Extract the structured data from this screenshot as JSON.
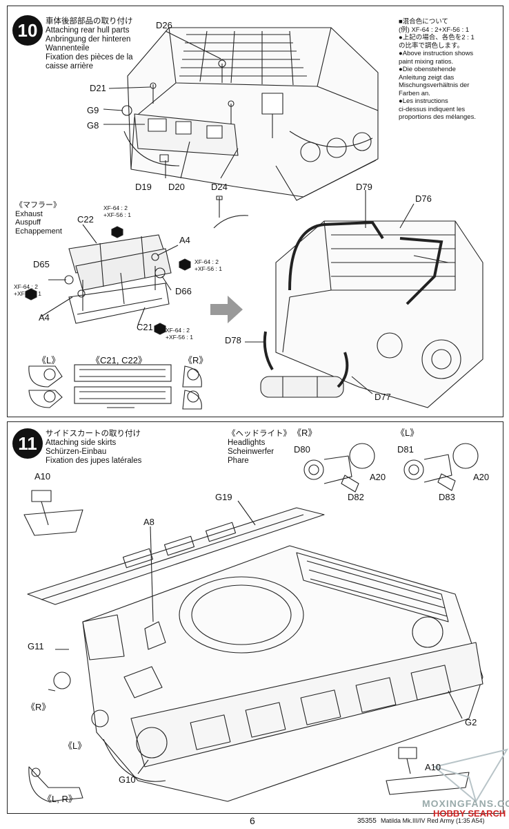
{
  "step10": {
    "number": "10",
    "title": [
      "車体後部部品の取り付け",
      "Attaching rear hull parts",
      "Anbringung der hinteren",
      "Wannenteile",
      "Fixation des pièces de la",
      "caisse arrière"
    ],
    "labels": {
      "d26": "D26",
      "d21": "D21",
      "g9": "G9",
      "g8": "G8",
      "d19": "D19",
      "d20": "D20",
      "d24": "D24",
      "d79": "D79",
      "d76": "D76",
      "c22": "C22",
      "a4_top": "A4",
      "d65": "D65",
      "d66": "D66",
      "a4_left": "A4",
      "c21": "C21",
      "d78": "D78",
      "d77": "D77",
      "l": "《L》",
      "c21c22": "《C21, C22》",
      "r": "《R》"
    },
    "muffler": [
      "《マフラー》",
      "Exhaust",
      "Auspuff",
      "Echappement"
    ],
    "paint_c22": [
      "XF-64 : 2",
      "+XF-56 : 1"
    ],
    "paint_d66": [
      "XF-64 : 2",
      "+XF-56 : 1"
    ],
    "paint_d65": [
      "XF-64 : 2",
      "+XF-56 : 1"
    ],
    "paint_c21": [
      "XF-64 : 2",
      "+XF-56 : 1"
    ],
    "notes": [
      "■混合色について",
      "(例) XF-64 : 2+XF-56 : 1",
      "●上記の場合、各色を2 : 1",
      "の比率で調色します。",
      "●Above instruction shows",
      "paint mixing ratios.",
      "●Die obenstehende",
      "Anleitung zeigt das",
      "Mischungsverhältnis der",
      "Farben an.",
      "●Les instructions",
      "ci-dessus indiquent les",
      "proportions des mélanges."
    ]
  },
  "step11": {
    "number": "11",
    "title": [
      "サイドスカートの取り付け",
      "Attaching side skirts",
      "Schürzen-Einbau",
      "Fixation des jupes latérales"
    ],
    "headlights": [
      "《ヘッドライト》",
      "Headlights",
      "Scheinwerfer",
      "Phare"
    ],
    "labels": {
      "r_head": "《R》",
      "l_head": "《L》",
      "d80": "D80",
      "a20_r": "A20",
      "d82": "D82",
      "d81": "D81",
      "a20_l": "A20",
      "d83": "D83",
      "a10_top": "A10",
      "g19": "G19",
      "a8": "A8",
      "g11": "G11",
      "r": "《R》",
      "l": "《L》",
      "g10": "G10",
      "g2": "G2",
      "a10_bottom": "A10",
      "lr": "《L, R》"
    }
  },
  "footer": {
    "page": "6",
    "code": "35355",
    "model": "Matilda Mk.III/IV Red Army (1:35 A54)"
  },
  "watermark": {
    "line1": "MOXINGFANS.COM",
    "line2": "HOBBY SEARCH"
  }
}
